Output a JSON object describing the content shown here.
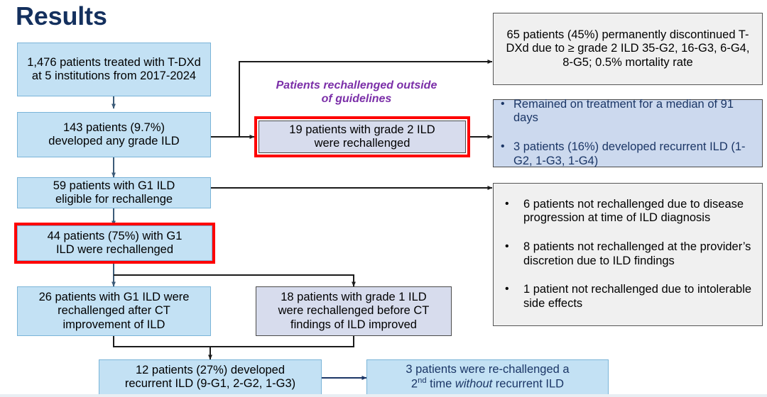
{
  "title": "Results",
  "annotation": "Patients rechallenged outside\nof guidelines",
  "nodes": {
    "cohort": "1,476 patients treated with T-DXd at 5 institutions from 2017-2024",
    "any_ild": "143 patients (9.7%)\ndeveloped any grade ILD",
    "g1_eligible": "59 patients with G1 ILD\neligible for rechallenge",
    "g1_rechallenged": "44 patients (75%) with G1\nILD were rechallenged",
    "after_ct": "26 patients with G1 ILD were\nrechallenged after CT\nimprovement of ILD",
    "before_ct": "18 patients with grade 1 ILD\nwere rechallenged before CT\nfindings of ILD improved",
    "recurrent": "12 patients (27%) developed\nrecurrent ILD (9-G1, 2-G2, 1-G3)",
    "grade2_rechallenged": "19 patients with grade 2 ILD\nwere rechallenged",
    "discontinued": "65 patients (45%) permanently discontinued T-DXd due to ≥ grade 2 ILD 35-G2, 16-G3, 6-G4, 8-G5; 0.5% mortality rate",
    "second_rechallenge_prefix": "3 patients were re-challenged a\n2",
    "second_rechallenge_sup": "nd",
    "second_rechallenge_mid": " time ",
    "second_rechallenge_ital": "without",
    "second_rechallenge_suffix": " recurrent ILD"
  },
  "g2_outcomes": [
    "Remained on treatment for a median of 91 days",
    "3 patients (16%) developed recurrent ILD (1-G2, 1-G3, 1-G4)"
  ],
  "not_rechallenged_reasons": [
    "6 patients not rechallenged due to disease progression at time of ILD diagnosis",
    "8 patients not rechallenged at the provider’s discretion due to ILD findings",
    "1 patient not rechallenged due to intolerable side effects"
  ],
  "colors": {
    "title": "#14305e",
    "annotation": "#7b2fa8",
    "highlight_border": "#fe0000",
    "blue_fill": "#c3e1f4",
    "lavender_fill": "#d7dced",
    "gray_fill": "#f0f0f0",
    "navy_text": "#1b3666",
    "connector": "#1b1b1b"
  }
}
